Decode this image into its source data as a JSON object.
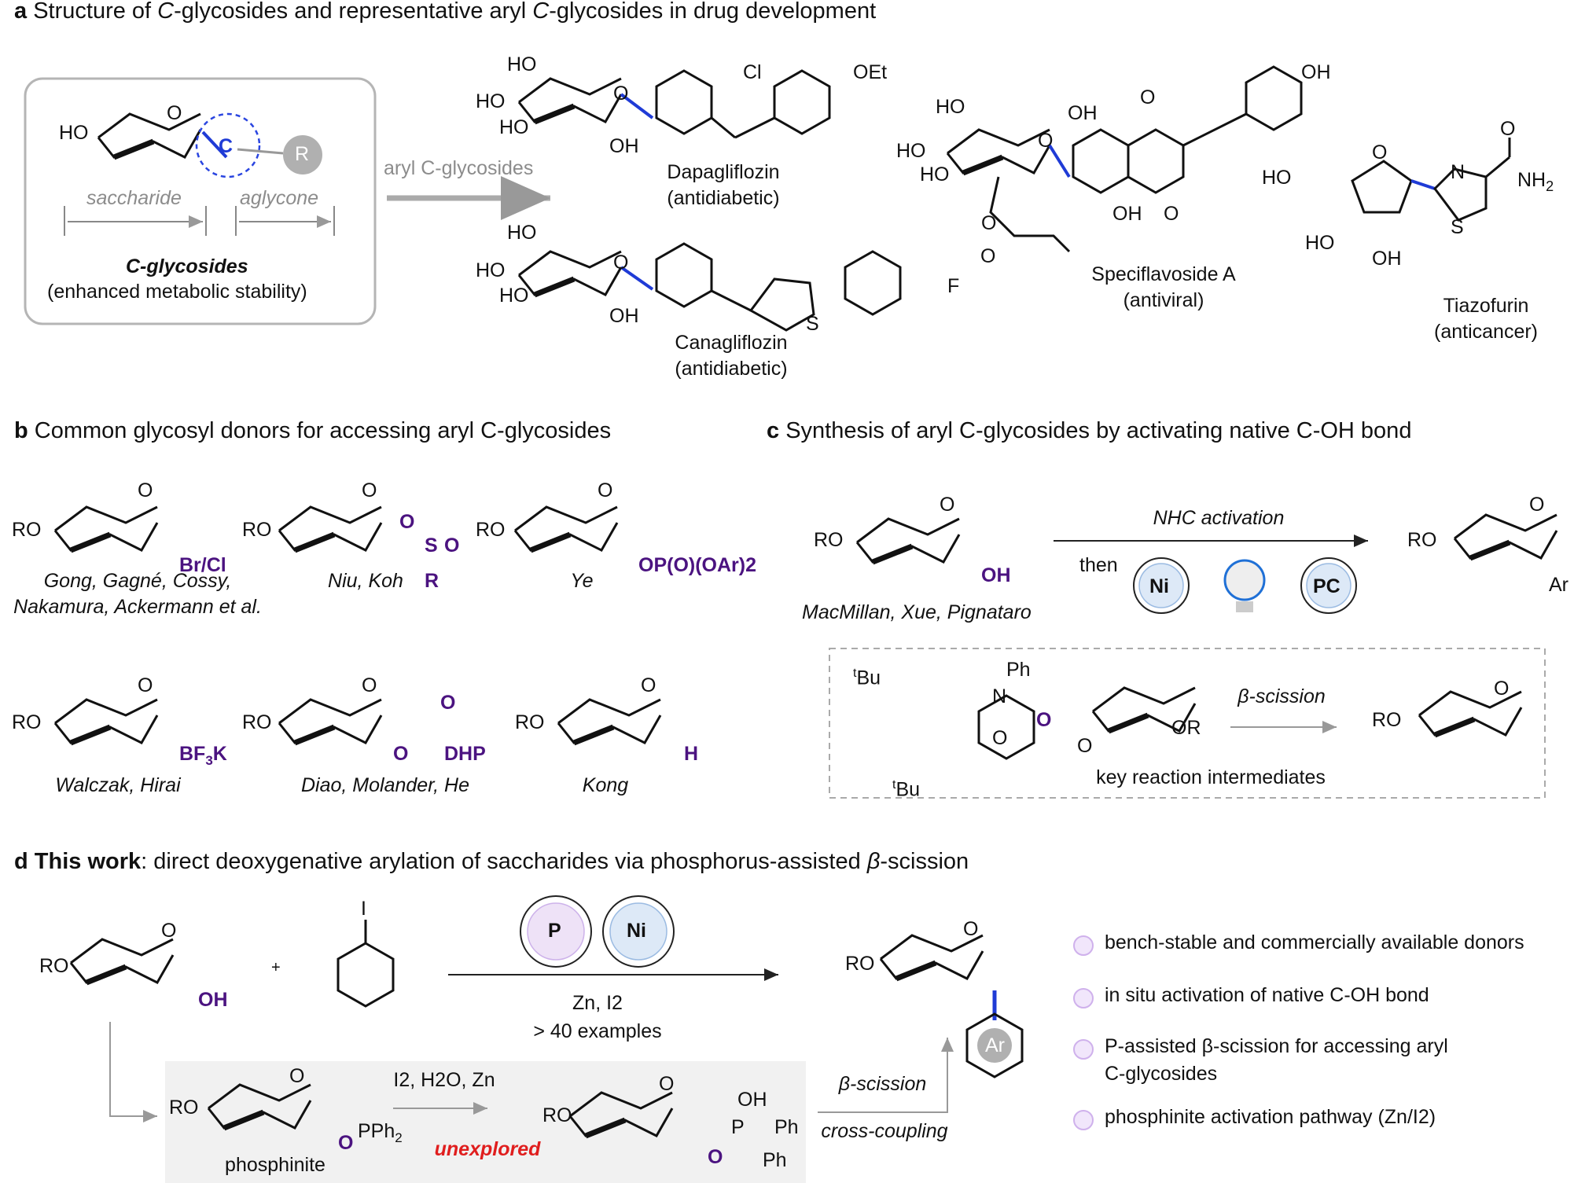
{
  "panel_a": {
    "letter": "a",
    "title_pre": "Structure of ",
    "title_it": "C",
    "title_post": "-glycosides and representative aryl ",
    "title_it2": "C",
    "title_post2": "-glycosides in drug development",
    "box_label_saccharide": "saccharide",
    "box_label_aglycone": "aglycone",
    "box_title": "C-glycosides",
    "box_subtitle": "(enhanced metabolic stability)",
    "arrow_label": "aryl C-glycosides",
    "r_group": "R",
    "compounds": [
      {
        "name": "Dapagliflozin",
        "use": "(antidiabetic)"
      },
      {
        "name": "Canagliflozin",
        "use": "(antidiabetic)"
      },
      {
        "name": "Speciflavoside A",
        "use": "(antiviral)"
      },
      {
        "name": "Tiazofurin",
        "use": "(anticancer)"
      }
    ]
  },
  "panel_b": {
    "letter": "b",
    "title": "Common glycosyl donors for accessing aryl C-glycosides",
    "donors": [
      {
        "group": "Br/Cl",
        "authors": "Gong, Gagné, Cossy,",
        "authors2": "Nakamura, Ackermann et al."
      },
      {
        "group": "S(O)2R",
        "authors": "Niu, Koh"
      },
      {
        "group": "OP(O)(OAr)2",
        "authors": "Ye"
      },
      {
        "group": "BF3K",
        "authors": "Walczak, Hirai"
      },
      {
        "group": "O-C(O)-DHP",
        "authors": "Diao, Molander, He"
      },
      {
        "group": "H",
        "authors": "Kong"
      }
    ]
  },
  "panel_c": {
    "letter": "c",
    "title": "Synthesis of aryl C-glycosides by activating native C-OH  bond",
    "arrow_label": "NHC activation",
    "then": "then",
    "catalyst_ni": "Ni",
    "catalyst_pc": "PC",
    "authors": "MacMillan, Xue, Pignataro",
    "scission": "β-scission",
    "intermediates": "key reaction intermediates"
  },
  "panel_d": {
    "letter": "d",
    "title_bold": "This work",
    "title_rest": ": direct deoxygenative arylation of saccharides via phosphorus-assisted ",
    "title_it": "β",
    "title_end": "-scission",
    "catalyst_p": "P",
    "catalyst_ni": "Ni",
    "reagents": "Zn, I2",
    "examples": "> 40 examples",
    "step1_reagents": "I2, H2O, Zn",
    "unexplored": "unexplored",
    "phosphinite": "phosphinite",
    "beta_scission": "β-scission",
    "cross_coupling": "cross-coupling",
    "features": [
      "bench-stable and commercially available donors",
      "in situ activation of native C-OH  bond",
      "P-assisted β-scission for accessing aryl",
      "C-glycosides",
      "phosphinite activation pathway (Zn/I2)"
    ]
  },
  "colors": {
    "bond_blue": "#1f3bd6",
    "purple": "#4b1380",
    "red": "#e01e1e",
    "ni_fill": "#dde9f7",
    "p_fill": "#eee2f7"
  }
}
